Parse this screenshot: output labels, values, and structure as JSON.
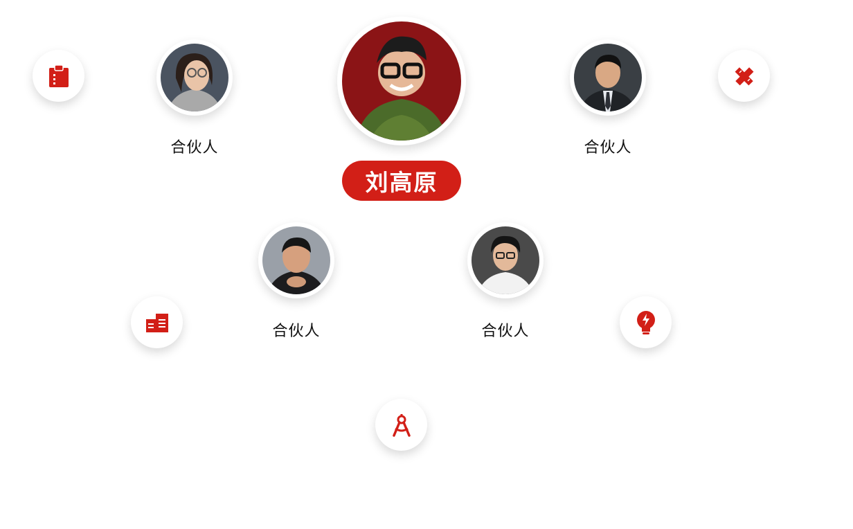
{
  "center": {
    "name": "刘高原"
  },
  "partners": [
    {
      "label": "合伙人"
    },
    {
      "label": "合伙人"
    },
    {
      "label": "合伙人"
    },
    {
      "label": "合伙人"
    }
  ],
  "icons": {
    "top_left": "clipboard-icon",
    "top_right": "pencil-ruler-icon",
    "middle_left": "document-stack-icon",
    "middle_right": "lightbulb-bolt-icon",
    "bottom": "drafting-compass-icon"
  },
  "colors": {
    "accent": "#d21f17",
    "background": "#ffffff",
    "text": "#111111"
  }
}
